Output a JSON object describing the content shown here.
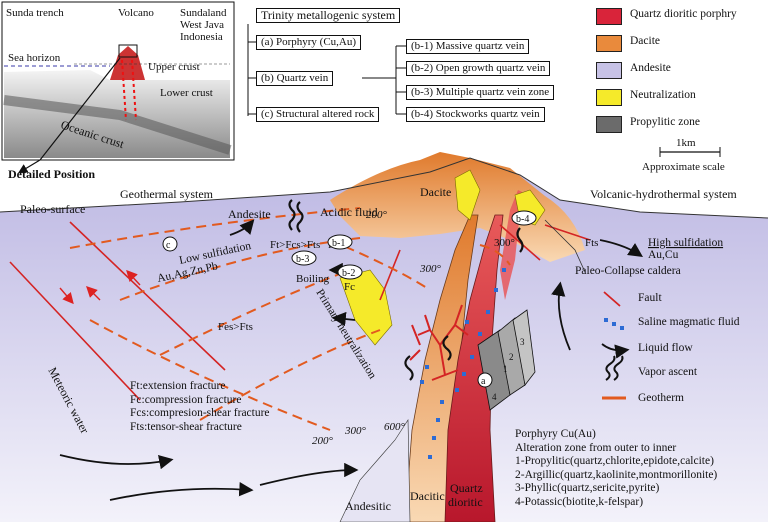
{
  "inset": {
    "sunda_trench": "Sunda trench",
    "volcano": "Volcano",
    "sundaland": "Sundaland",
    "west_java": "West Java",
    "indonesia": "Indonesia",
    "sea_horizon": "Sea horizon",
    "upper_crust": "Upper crust",
    "lower_crust": "Lower crust",
    "oceanic_crust": "Oceanic crust",
    "detailed_position": "Detailed Position"
  },
  "system": {
    "title": "Trinity metallogenic system",
    "types": [
      {
        "key": "a",
        "label": "Porphyry (Cu,Au)"
      },
      {
        "key": "b",
        "label": "Quartz vein"
      },
      {
        "key": "c",
        "label": "Structural altered rock"
      }
    ],
    "veins": [
      {
        "key": "b-1",
        "label": "Massive quartz vein"
      },
      {
        "key": "b-2",
        "label": "Open growth quartz vein"
      },
      {
        "key": "b-3",
        "label": "Multiple quartz vein zone"
      },
      {
        "key": "b-4",
        "label": "Stockworks quartz vein"
      }
    ]
  },
  "legend_rock": [
    {
      "label": "Quartz dioritic porphry",
      "color": "#d9243a"
    },
    {
      "label": "Dacite",
      "color": "#e98a3c"
    },
    {
      "label": "Andesite",
      "color": "#c7c2e6"
    },
    {
      "label": "Neutralization",
      "color": "#f5ea2a"
    },
    {
      "label": "Propylitic zone",
      "color": "#6b6b6b"
    }
  ],
  "scale": {
    "value": "1km",
    "label": "Approximate scale"
  },
  "section": {
    "geothermal": "Geothermal system",
    "volcanic": "Volcanic-hydrothermal system",
    "paleo_surface": "Paleo-surface",
    "andesite": "Andesite",
    "dacite": "Dacite",
    "acidic_fluid": "Acidic fluid",
    "ft_seq": "Ft>Fcs>Fts",
    "fes_fts": "Fes>Fts",
    "boiling": "Boiling",
    "primary_neutralization": "Primary neutralization",
    "low_sulf_title": "Low sulfidation",
    "low_sulf_metals": "Au,Ag,Zn,Pb",
    "high_sulf_title": "High sulfidation",
    "high_sulf_metals": "Au,Cu",
    "fts": "Fts",
    "paleo_collapse": "Paleo-Collapse caldera",
    "meteoric": "Meteoric water",
    "t200a": "200°",
    "t300a": "300°",
    "t300b": "300°",
    "t300c": "300°",
    "t600": "600°",
    "t200b": "200°",
    "andesitic": "Andesitic",
    "dacitic": "Dacitic",
    "quartz": "Quartz",
    "dioritic": "dioritic",
    "ft": "Ft",
    "fc": "Fc",
    "badge_c": "c",
    "badge_b1": "b-1",
    "badge_b2": "b-2",
    "badge_b3": "b-3",
    "badge_b4": "b-4",
    "badge_a": "a",
    "zone_1": "1",
    "zone_2": "2",
    "zone_3": "3",
    "zone_4": "4"
  },
  "fractures": [
    "Ft:extension fracture",
    "Fc:compression fracture",
    "Fcs:compresion-shear fracture",
    "Fts:tensor-shear fracture"
  ],
  "legend_symbols": [
    {
      "label": "Fault",
      "icon": "fault-icon"
    },
    {
      "label": "Saline magmatic fluid",
      "icon": "saline-fluid-icon"
    },
    {
      "label": "Liquid flow",
      "icon": "liquid-flow-icon"
    },
    {
      "label": "Vapor ascent",
      "icon": "vapor-ascent-icon"
    },
    {
      "label": "Geotherm",
      "icon": "geotherm-icon"
    }
  ],
  "alteration": {
    "title": "Porphyry Cu(Au)",
    "subtitle": "Alteration zone from outer to inner",
    "zones": [
      "1-Propylitic(quartz,chlorite,epidote,calcite)",
      "2-Argillic(quartz,kaolinite,montmorillonite)",
      "3-Phyllic(quartz,sericite,pyrite)",
      "4-Potassic(biotite,k-felspar)"
    ]
  }
}
